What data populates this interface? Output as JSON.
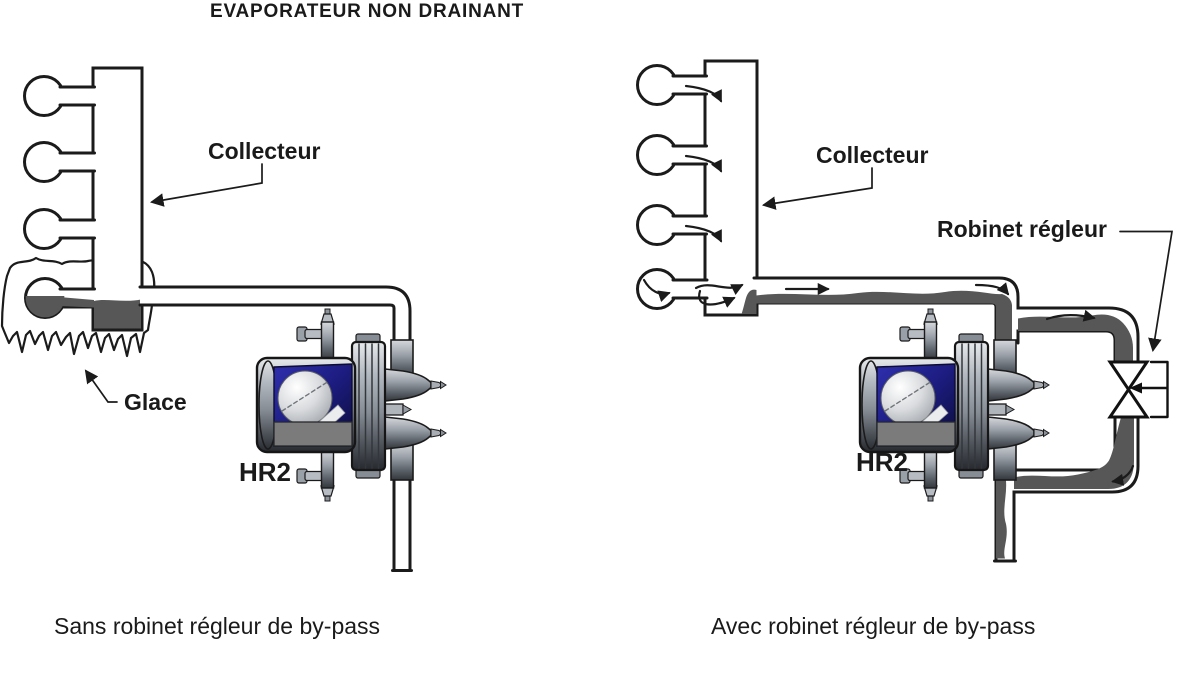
{
  "title": "EVAPORATEUR NON DRAINANT",
  "left_diagram": {
    "collector_label": "Collecteur",
    "ice_label": "Glace",
    "regulator_label": "HR2",
    "caption": "Sans robinet régleur de by-pass"
  },
  "right_diagram": {
    "collector_label": "Collecteur",
    "valve_label": "Robinet régleur",
    "regulator_label": "HR2",
    "caption": "Avec robinet régleur de by-pass"
  },
  "colors": {
    "ink": "#1b1b1b",
    "liquid_gray": "#575757",
    "float_chamber_blue": "#2b2ba4",
    "background": "#ffffff"
  }
}
